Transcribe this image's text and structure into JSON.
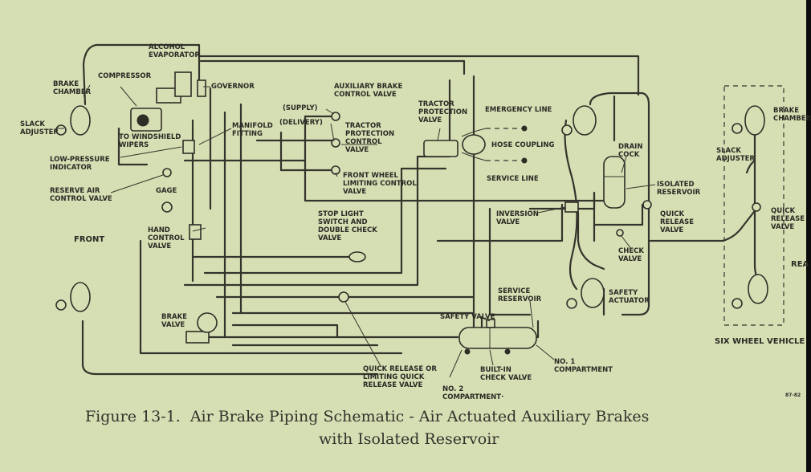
{
  "labels": {
    "alcohol_evaporator": "ALCOHOL\nEVAPORATOR",
    "compressor": "COMPRESSOR",
    "governor": "GOVERNOR",
    "brake_chamber_left": "BRAKE\nCHAMBER",
    "slack_adjuster_left": "SLACK\nADJUSTER",
    "to_windshield_wipers": "TO WINDSHIELD\nWIPERS",
    "low_pressure_indicator": "LOW-PRESSURE\nINDICATOR",
    "reserve_air_control_valve": "RESERVE AIR\nCONTROL VALVE",
    "gage": "GAGE",
    "manifold_fitting": "MANIFOLD\nFITTING",
    "front": "FRONT",
    "hand_control_valve": "HAND\nCONTROL\nVALVE",
    "brake_valve": "BRAKE\nVALVE",
    "auxiliary_brake_control_valve": "AUXILIARY BRAKE\nCONTROL VALVE",
    "supply": "(SUPPLY)",
    "delivery": "(DELIVERY)",
    "tractor_protection_control_valve": "TRACTOR\nPROTECTION\nCONTROL\nVALVE",
    "front_wheel_limiting_control_valve": "FRONT WHEEL\nLIMITING CONTROL\nVALVE",
    "tractor_protection_valve": "TRACTOR\nPROTECTION\nVALVE",
    "emergency_line": "EMERGENCY LINE",
    "hose_coupling": "HOSE COUPLING",
    "service_line": "SERVICE LINE",
    "stop_light_switch": "STOP LIGHT\nSWITCH AND\nDOUBLE CHECK\nVALVE",
    "inversion_valve": "INVERSION\nVALVE",
    "drain_cock": "DRAIN\nCOCK",
    "isolated_reservoir": "ISOLATED\nRESERVOIR",
    "quick_release_valve_center": "QUICK\nRELEASE\nVALVE",
    "check_valve": "CHECK\nVALVE",
    "safety_actuator": "SAFETY\nACTUATOR",
    "service_reservoir": "SERVICE\nRESERVOIR",
    "safety_valve": "SAFETY VALVE",
    "quick_release_limiting": "QUICK RELEASE OR\nLIMITING QUICK\nRELEASE VALVE",
    "built_in_check_valve": "BUILT-IN\nCHECK VALVE",
    "no1_compartment": "NO. 1\nCOMPARTMENT",
    "no2_compartment": "NO. 2\nCOMPARTMENT·",
    "brake_chamber_right": "BRAKE\nCHAMBER",
    "slack_adjuster_right": "SLACK\nADJUSTER",
    "quick_release_valve_right": "QUICK\nRELEASE\nVALVE",
    "rear": "REA",
    "six_wheel_vehicle": "SIX WHEEL VEHICLE",
    "figure_code": "87-82"
  },
  "caption": {
    "line1": "Figure 13-1.  Air Brake Piping Schematic - Air Actuated Auxiliary Brakes",
    "line2": "with Isolated Reservoir"
  },
  "colors": {
    "paper": "#d6dfb4",
    "ink": "#34342c",
    "frame": "#0c0c0c"
  }
}
